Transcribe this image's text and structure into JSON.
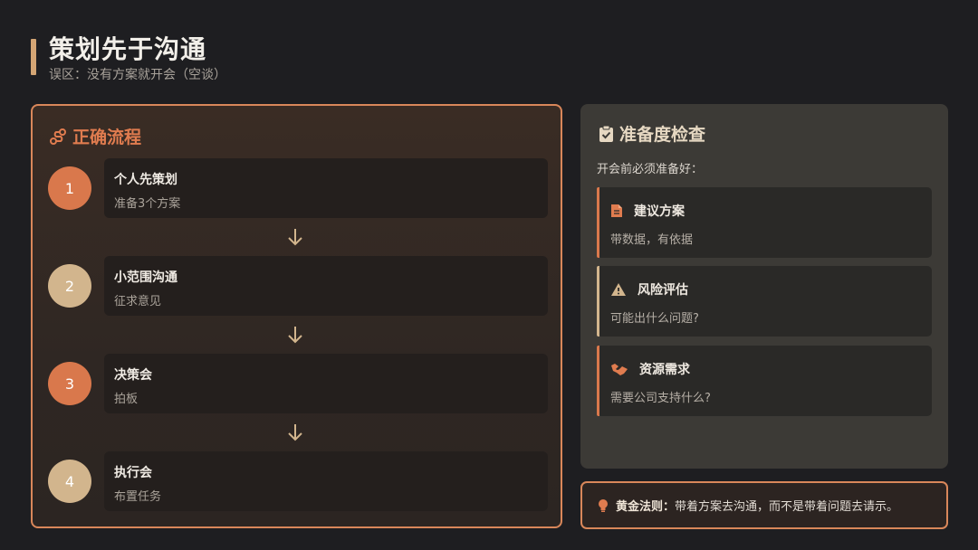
{
  "header": {
    "title": "策划先于沟通",
    "subtitle": "误区：没有方案就开会（空谈）"
  },
  "flow": {
    "heading": "正确流程",
    "steps": [
      {
        "number": "1",
        "title": "个人先策划",
        "desc": "准备3个方案",
        "color": "#d9784c"
      },
      {
        "number": "2",
        "title": "小范围沟通",
        "desc": "征求意见",
        "color": "#d2b58d"
      },
      {
        "number": "3",
        "title": "决策会",
        "desc": "拍板",
        "color": "#d9784c"
      },
      {
        "number": "4",
        "title": "执行会",
        "desc": "布置任务",
        "color": "#d2b58d"
      }
    ]
  },
  "readiness": {
    "heading": "准备度检查",
    "intro": "开会前必须准备好：",
    "items": [
      {
        "icon": "document-icon",
        "title": "建议方案",
        "desc": "带数据，有依据"
      },
      {
        "icon": "warning-icon",
        "title": "风险评估",
        "desc": "可能出什么问题?"
      },
      {
        "icon": "handshake-icon",
        "title": "资源需求",
        "desc": "需要公司支持什么?"
      }
    ]
  },
  "golden_rule": {
    "label": "黄金法则：",
    "text": "带着方案去沟通，而不是带着问题去请示。"
  },
  "colors": {
    "accent_orange": "#d9784c",
    "accent_tan": "#d2b58d",
    "background": "#1e1e21"
  }
}
